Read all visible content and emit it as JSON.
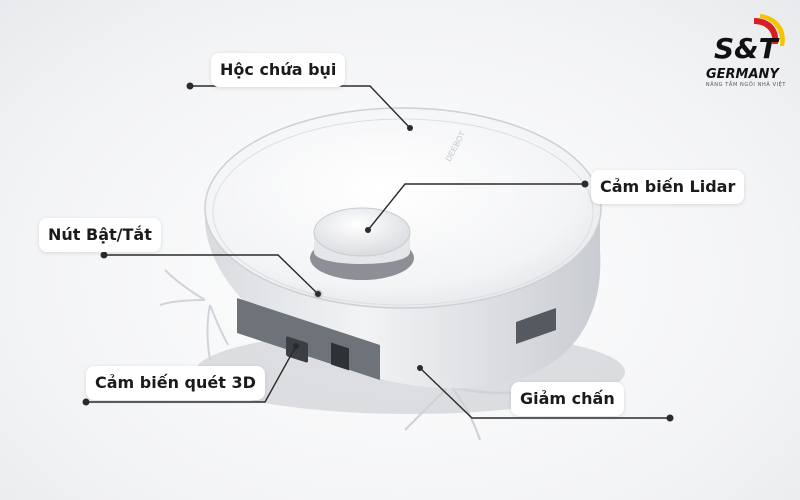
{
  "labels": {
    "dust_bin": "Hộc chứa bụi",
    "lidar_sensor": "Cảm biến Lidar",
    "power_button": "Nút Bật/Tắt",
    "scan_sensor_3d": "Cảm biến quét 3D",
    "bumper": "Giảm chấn"
  },
  "robot_badge": "DEEBOT",
  "logo": {
    "mark": "S&T",
    "name": "GERMANY",
    "tagline": "NÂNG TẦM NGÔI NHÀ VIỆT",
    "colors": {
      "black": "#111111",
      "red": "#d81f26",
      "yellow": "#f5c400"
    }
  }
}
